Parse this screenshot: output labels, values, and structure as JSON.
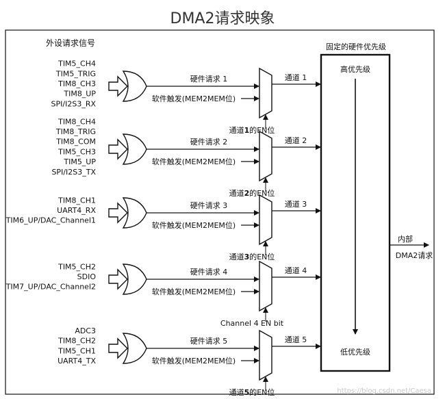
{
  "title": "DMA2请求映象",
  "peripheral_label": "外设请求信号",
  "priority_label": "固定的硬件优先级",
  "high_priority": "高优先级",
  "low_priority": "低优先级",
  "output_label_1": "内部",
  "output_label_2": "DMA2请求",
  "watermark": "https://blog.csdn.net/Caesa",
  "channels": [
    {
      "signals": [
        "TIM5_CH4",
        "TIM5_TRIG",
        "TIM8_CH3",
        "TIM8_UP",
        "SPI/I2S3_RX"
      ],
      "hw_request": "硬件请求 1",
      "sw_trigger": "软件触发(MEM2MEM位)",
      "channel": "通道 1",
      "en_pre": "通道",
      "en_num": "1",
      "en_post": "的EN位"
    },
    {
      "signals": [
        "TIM8_CH4",
        "TIM8_TRIG",
        "TIM8_COM",
        "TIM5_CH3",
        "TIM5_UP",
        "SPI/I2S3_TX"
      ],
      "hw_request": "硬件请求 2",
      "sw_trigger": "软件触发(MEM2MEM位)",
      "channel": "通道 2",
      "en_pre": "通道",
      "en_num": "2",
      "en_post": "的EN位"
    },
    {
      "signals": [
        "TIM8_CH1",
        "UART4_RX",
        "TIM6_UP/DAC_Channel1"
      ],
      "hw_request": "硬件请求 3",
      "sw_trigger": "软件触发(MEM2MEM位)",
      "channel": "通道 3",
      "en_pre": "通道",
      "en_num": "3",
      "en_post": "的EN位"
    },
    {
      "signals": [
        "TIM5_CH2",
        "SDIO",
        "TIM7_UP/DAC_Channel2"
      ],
      "hw_request": "硬件请求 4",
      "sw_trigger": "软件触发(MEM2MEM位)",
      "channel": "通道 4",
      "en_pre": "Channel 4 EN bit",
      "en_num": "",
      "en_post": ""
    },
    {
      "signals": [
        "ADC3",
        "TIM8_CH2",
        "TIM5_CH1",
        "UART4_TX"
      ],
      "hw_request": "硬件请求 5",
      "sw_trigger": "软件触发(MEM2MEM位)",
      "channel": "通道 5",
      "en_pre": "通道",
      "en_num": "5",
      "en_post": "的EN位"
    }
  ]
}
